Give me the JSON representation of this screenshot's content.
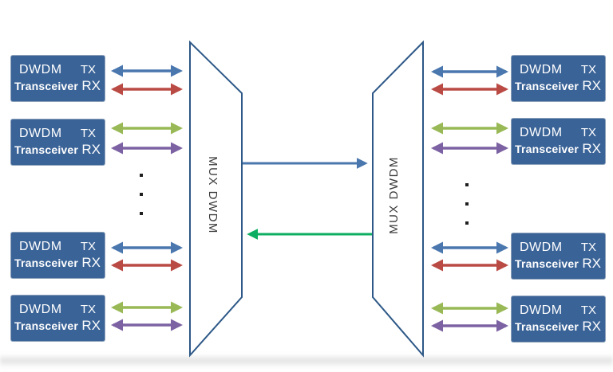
{
  "transceiver": {
    "line1_left": "DWDM",
    "line1_right": "TX",
    "line2_left": "Transceiver",
    "line2_right": "RX"
  },
  "mux": {
    "label": "MUX DWDM"
  },
  "colors": {
    "box_fill": "#3A6397",
    "box_text": "#FFFFFF",
    "outline": "#2D5887",
    "mux_fill": "#FFFFFF",
    "mux_text": "#3C3C3C",
    "arrow_blue": "#4A77AE",
    "arrow_red": "#BA4A44",
    "arrow_green": "#99B957",
    "arrow_purple": "#7C62A3",
    "trunk_blue": "#4A77AE",
    "trunk_green": "#0DAE61",
    "dot": "#1F1F1F"
  }
}
